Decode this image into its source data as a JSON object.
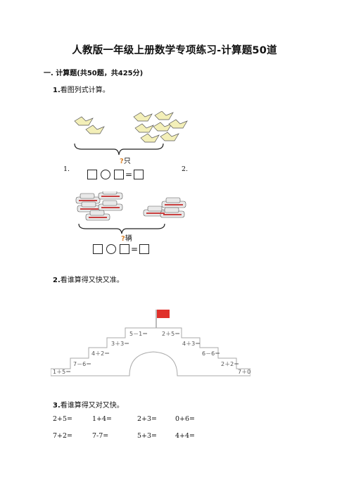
{
  "title": "人教版一年级上册数学专项练习-计算题50道",
  "section": "一. 计算题(共50题，共425分)",
  "q1": {
    "num": "1.",
    "text": "看图列式计算。",
    "sub1": "1.",
    "sub2": "2.",
    "label1_mark": "?",
    "label1_unit": "只",
    "label2_mark": "?",
    "label2_unit": "辆",
    "eq_sign": "="
  },
  "q2": {
    "num": "2.",
    "text": "看谁算得又快又准。",
    "cells": [
      "5－1＝",
      "2＋5＝",
      "3＋3＝",
      "4＋3＝",
      "4＋2＝",
      "6－6＝",
      "7－6＝",
      "2＋2＝",
      "1＋5＝",
      "7＋0＝"
    ],
    "flag_color": "#e0302a"
  },
  "q3": {
    "num": "3.",
    "text": "看谁算得又对又快。",
    "rows": [
      [
        "2+5=",
        "1+4=",
        "2+3=",
        "0+6="
      ],
      [
        "7+2=",
        "7-7=",
        "5+3=",
        "4+4="
      ]
    ]
  }
}
